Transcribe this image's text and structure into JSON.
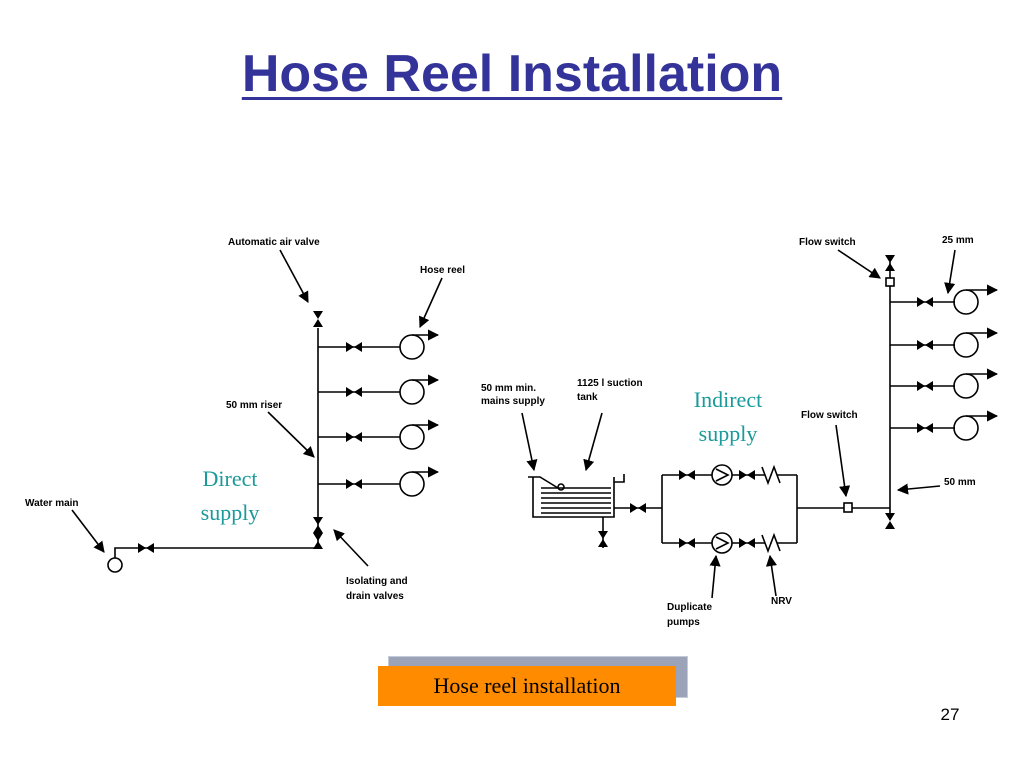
{
  "slide": {
    "title": "Hose Reel Installation",
    "page_number": "27"
  },
  "captions": {
    "direct": [
      "Direct",
      "supply"
    ],
    "indirect": [
      "Indirect",
      "supply"
    ],
    "caption_box": "Hose reel installation"
  },
  "labels": {
    "automatic_air_valve": "Automatic air valve",
    "hose_reel": "Hose reel",
    "riser_50mm": "50 mm riser",
    "water_main": "Water main",
    "isolating_drain": [
      "Isolating and",
      "drain valves"
    ],
    "mains_supply": [
      "50 mm min.",
      "mains supply"
    ],
    "suction_tank": [
      "1125 l suction",
      "tank"
    ],
    "duplicate_pumps": [
      "Duplicate",
      "pumps"
    ],
    "nrv": "NRV",
    "flow_switch_top": "Flow switch",
    "flow_switch_mid": "Flow switch",
    "size_25mm": "25 mm",
    "size_50mm": "50 mm"
  },
  "colors": {
    "title": "#333399",
    "caption_text": "#1a9a9a",
    "caption_box": "#ff8c00",
    "caption_shadow": "#9aa3b8",
    "line": "#000000"
  }
}
